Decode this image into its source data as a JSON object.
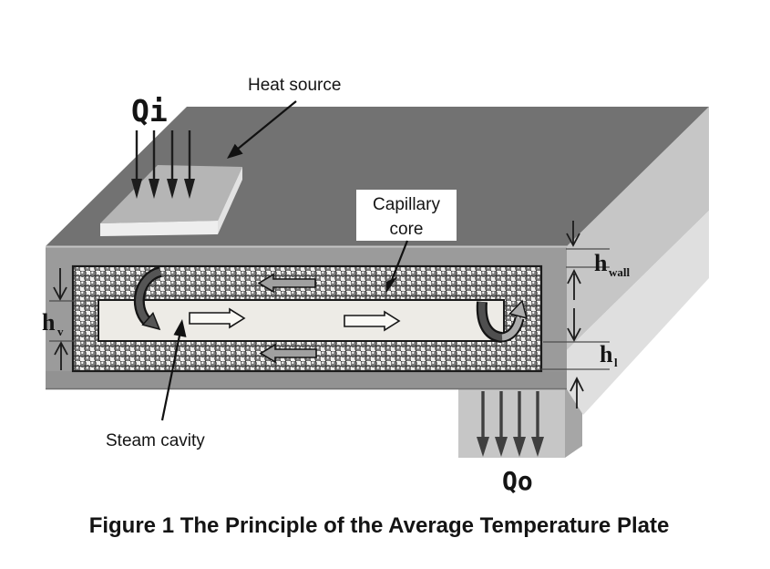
{
  "figure": {
    "caption": "Figure 1 The Principle of the Average Temperature Plate"
  },
  "labels": {
    "heat_input": "Qi",
    "heat_output": "Qo",
    "heat_source": "Heat source",
    "capillary_core_line1": "Capillary",
    "capillary_core_line2": "core",
    "steam_cavity": "Steam cavity"
  },
  "dimensions": {
    "vapor": {
      "base": "h",
      "sub": "v"
    },
    "wall": {
      "base": "h",
      "sub": "wall"
    },
    "liquid": {
      "base": "h",
      "sub": "l"
    }
  },
  "colors": {
    "background": "#ffffff",
    "top_face": "#727272",
    "side_face_upper": "#c6c6c6",
    "side_face_lower": "#dfdfdf",
    "front_face": "#9b9b9b",
    "front_face_bottom_band": "#929292",
    "heat_pad_top": "#b5b5b5",
    "heat_pad_front": "#eeeeee",
    "heat_pad_right": "#e2e2e2",
    "steam_cavity_fill": "#edebe6",
    "hatch_background": "#f0efed",
    "hatch_bead": "#7d7d7d",
    "pedestal_front": "#c6c6c6",
    "pedestal_side": "#a6a6a6",
    "ink": "#141414",
    "qo_arrow": "#3f3f3f",
    "liquid_arrow_fill": "#a0a0a0",
    "vapor_arrow_fill": "#faf9f5",
    "circulation_dark": "#555555",
    "circulation_light": "#ababab"
  }
}
